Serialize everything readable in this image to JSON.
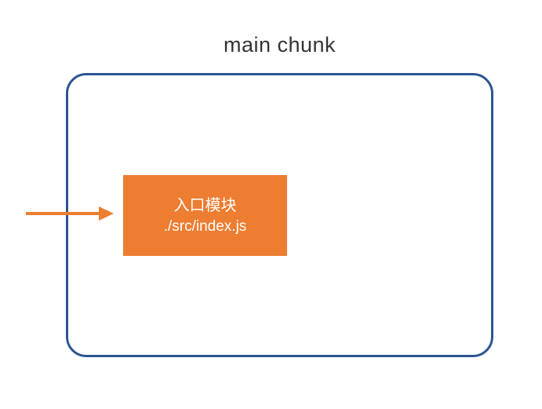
{
  "diagram": {
    "title": "main chunk",
    "chunk": {
      "name": "main chunk"
    },
    "entry_module": {
      "label": "入口模块",
      "path": "./src/index.js"
    },
    "icons": {
      "entry_arrow": "arrow-right-icon"
    },
    "colors": {
      "background": "#ffffff",
      "chunk_border": "#2e5490",
      "module_fill": "#ed7d31",
      "module_text": "#ffffff",
      "arrow": "#ed7d31",
      "title_text": "#333333"
    }
  }
}
